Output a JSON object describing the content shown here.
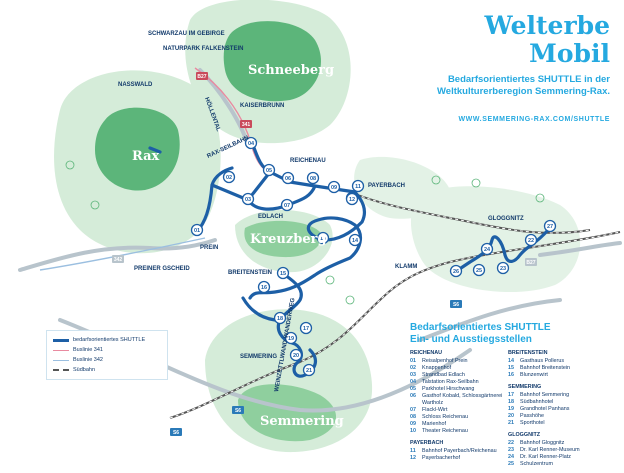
{
  "header": {
    "title_line1": "Welterbe",
    "title_line2": "Mobil",
    "subtitle": "Bedarfsorientiertes SHUTTLE in der Weltkulturerberegion Semmering-Rax.",
    "website": "WWW.SEMMERING-RAX.COM/SHUTTLE"
  },
  "colors": {
    "accent": "#25a9e0",
    "route": "#1d5fa6",
    "green_dark": "#5cb57a",
    "green_light": "#d5ecd9",
    "text": "#123a6b"
  },
  "mountains": [
    "Schneeberg",
    "Rax",
    "Kreuzberg",
    "Semmering"
  ],
  "places": [
    "SCHWARZAU IM GEBIRGE",
    "NATURPARK FALKENSTEIN",
    "NASSWALD",
    "HÖLLENTAL",
    "KAISERBRUNN",
    "RAX-SEILBAHN",
    "REICHENAU",
    "PAYERBACH",
    "EDLACH",
    "PREIN",
    "PREINER GSCHEID",
    "GLOGGNITZ",
    "BREITENSTEIN",
    "KLAMM",
    "SEMMERING",
    "WEINZETTLWAND-WANDERWEG"
  ],
  "roads": [
    "B27",
    "S6",
    "S6",
    "S6",
    "B27",
    "342",
    "341"
  ],
  "legend": {
    "items": [
      {
        "label": "bedarfsorientiertes SHUTTLE",
        "color": "#1d5fa6"
      },
      {
        "label": "Buslinie 341",
        "color": "#e98aa0"
      },
      {
        "label": "Buslinie 342",
        "color": "#9bbfe0"
      },
      {
        "label": "Südbahn",
        "color": "#555555"
      }
    ]
  },
  "stops_title_line1": "Bedarfsorientiertes SHUTTLE",
  "stops_title_line2": "Ein- und Ausstiegsstellen",
  "stop_groups": [
    {
      "name": "REICHENAU",
      "stops": [
        {
          "n": "01",
          "label": "Reisalpenhof Prein"
        },
        {
          "n": "02",
          "label": "Knappenhof"
        },
        {
          "n": "03",
          "label": "Strandbad Edlach"
        },
        {
          "n": "04",
          "label": "Talstation Rax-Seilbahn"
        },
        {
          "n": "05",
          "label": "Parkhotel Hirschwang"
        },
        {
          "n": "06",
          "label": "Gasthof Kobald, Schlossgärtnerei Wartholz"
        },
        {
          "n": "07",
          "label": "Flackl-Wirt"
        },
        {
          "n": "08",
          "label": "Schloss Reichenau"
        },
        {
          "n": "09",
          "label": "Marienhof"
        },
        {
          "n": "10",
          "label": "Theater Reichenau"
        }
      ]
    },
    {
      "name": "PAYERBACH",
      "stops": [
        {
          "n": "11",
          "label": "Bahnhof Payerbach/Reichenau"
        },
        {
          "n": "12",
          "label": "Payerbacherhof"
        }
      ]
    },
    {
      "name": "BREITENSTEIN",
      "stops": [
        {
          "n": "14",
          "label": "Gasthaus Pollerus"
        },
        {
          "n": "15",
          "label": "Bahnhof Breitenstein"
        },
        {
          "n": "16",
          "label": "Blunzenwirt"
        }
      ]
    },
    {
      "name": "SEMMERING",
      "stops": [
        {
          "n": "17",
          "label": "Bahnhof Semmering"
        },
        {
          "n": "18",
          "label": "Südbahnhotel"
        },
        {
          "n": "19",
          "label": "Grandhotel Panhans"
        },
        {
          "n": "20",
          "label": "Passhöhe"
        },
        {
          "n": "21",
          "label": "Sporthotel"
        }
      ]
    },
    {
      "name": "GLOGGNITZ",
      "stops": [
        {
          "n": "22",
          "label": "Bahnhof Gloggnitz"
        },
        {
          "n": "23",
          "label": "Dr. Karl Renner-Museum"
        },
        {
          "n": "24",
          "label": "Dr. Karl Renner-Platz"
        },
        {
          "n": "25",
          "label": "Schulzentrum"
        }
      ]
    }
  ],
  "pins": [
    "01",
    "02",
    "03",
    "04",
    "05",
    "06",
    "07",
    "08",
    "09",
    "10",
    "11",
    "12",
    "13",
    "14",
    "15",
    "16",
    "17",
    "18",
    "19",
    "20",
    "21",
    "22",
    "23",
    "24",
    "25",
    "26",
    "27"
  ]
}
